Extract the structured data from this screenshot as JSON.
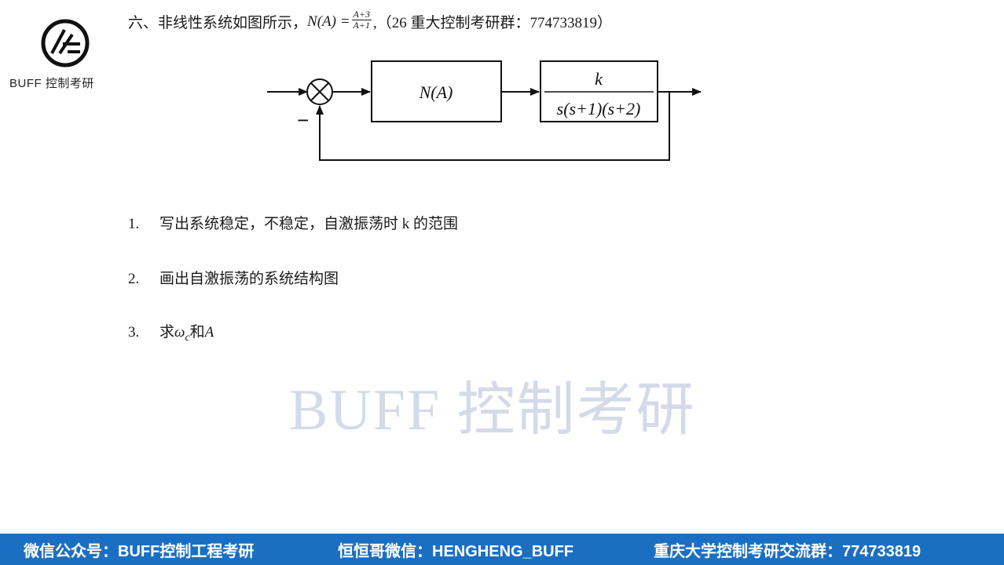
{
  "logo": {
    "text": "BUFF 控制考研",
    "icon": "buff-logo-icon"
  },
  "question": {
    "prefix": "六、非线性系统如图所示，",
    "formula_lhs": "N(A) =",
    "formula_num": "A+3",
    "formula_den": "A+1",
    "suffix": ",（26 重大控制考研群：774733819）"
  },
  "diagram": {
    "block1_label": "N(A)",
    "block2_numerator": "k",
    "block2_denominator": "s(s+1)(s+2)",
    "feedback_sign": "−"
  },
  "items": [
    {
      "num": "1.",
      "text": "写出系统稳定，不稳定，自激振荡时 k 的范围"
    },
    {
      "num": "2.",
      "text": "画出自激振荡的系统结构图"
    },
    {
      "num": "3.",
      "text_prefix": "求",
      "omega": "ω",
      "omega_sub": "c",
      "text_mid": "和",
      "text_end": "A"
    }
  ],
  "watermark": "BUFF 控制考研",
  "bottom_bar": {
    "left": "微信公众号：BUFF控制工程考研",
    "middle": "恒恒哥微信：HENGHENG_BUFF",
    "right": "重庆大学控制考研交流群：774733819"
  }
}
